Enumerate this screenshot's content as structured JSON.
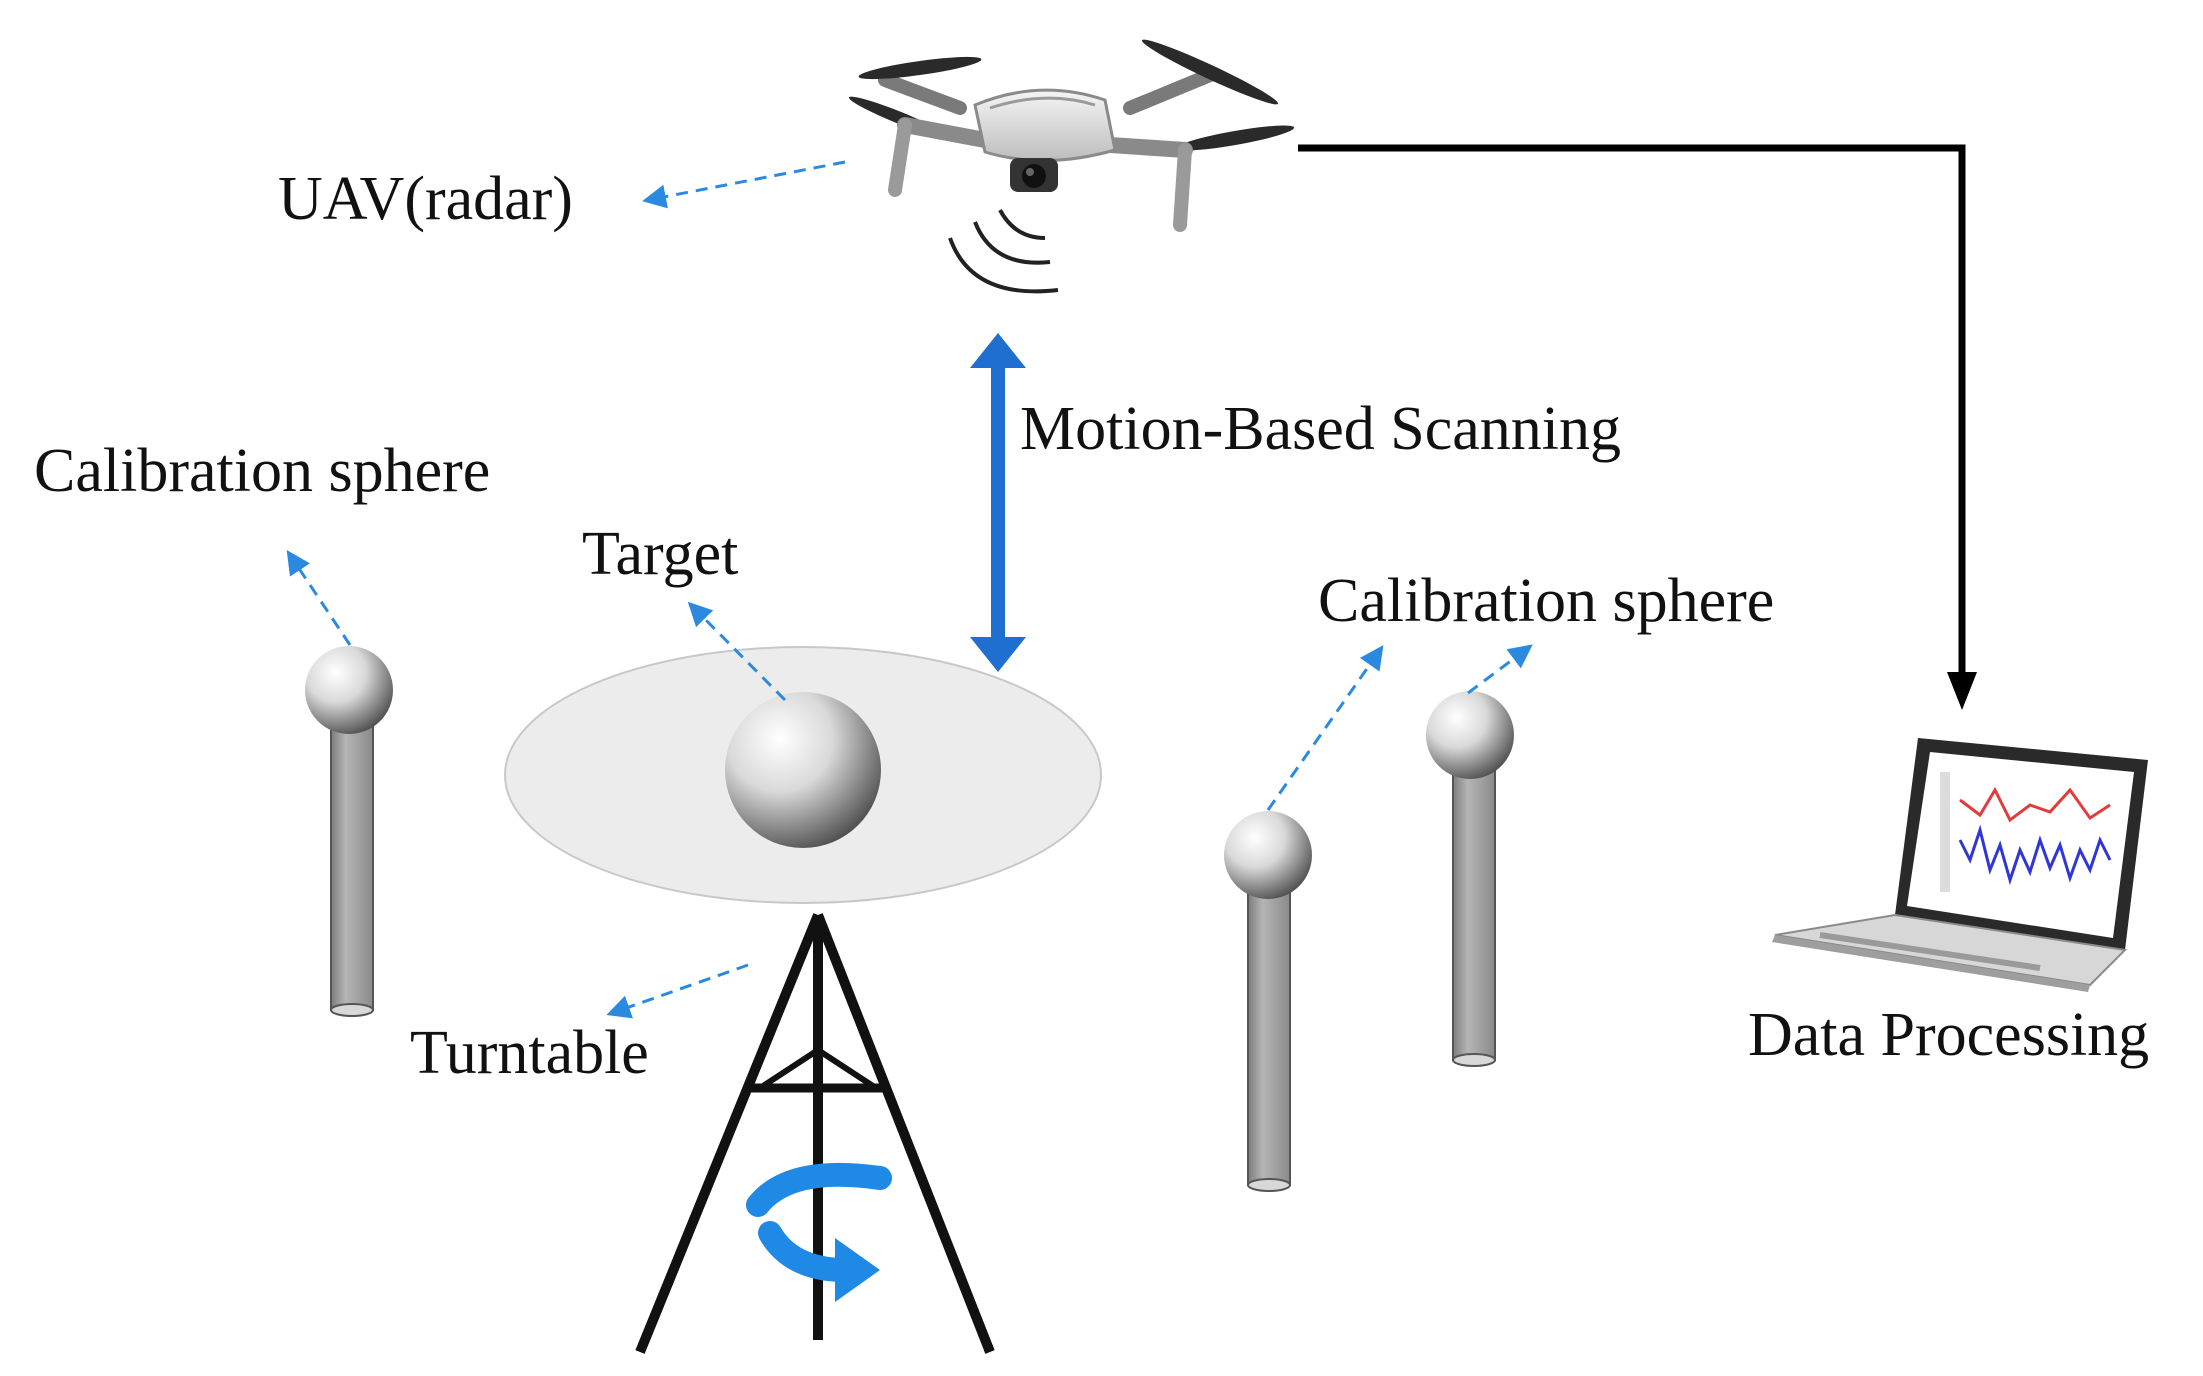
{
  "labels": {
    "uav": "UAV(radar)",
    "scanning": "Motion-Based Scanning",
    "calib_left": "Calibration sphere",
    "target": "Target",
    "calib_right": "Calibration sphere",
    "turntable": "Turntable",
    "data_processing": "Data Processing"
  },
  "colors": {
    "accent_blue": "#1f6fd1",
    "dashed_blue": "#2b8ae0",
    "flow_arrow": "#000000",
    "turntable_disk": "#ececec",
    "post_gray": "#a6a6a6",
    "plot_red": "#e23b3b",
    "plot_blue": "#2f35d6"
  },
  "icons": [
    "drone-icon",
    "radar-waves-icon",
    "laptop-icon",
    "rotation-arrow-icon",
    "tripod-icon"
  ]
}
